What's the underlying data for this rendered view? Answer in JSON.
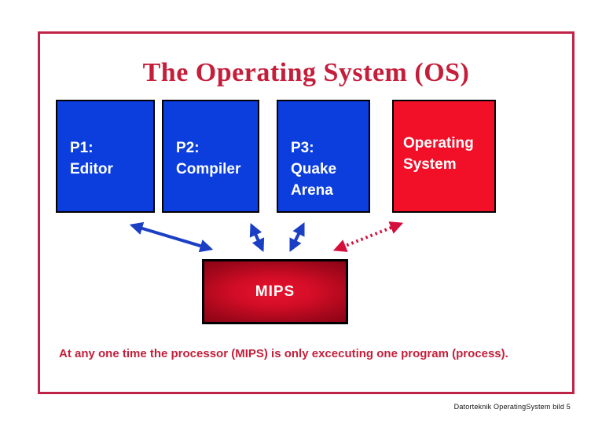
{
  "slide": {
    "title": "The Operating System (OS)",
    "caption": "At any one time the processor (MIPS) is only excecuting one program (process).",
    "footer": "Datorteknik OperatingSystem bild 5"
  },
  "boxes": [
    {
      "type": "process",
      "lines": [
        "P1:",
        "Editor"
      ]
    },
    {
      "type": "process",
      "lines": [
        "P2:",
        "Compiler"
      ]
    },
    {
      "type": "process",
      "lines": [
        "P3:",
        "Quake",
        "Arena"
      ]
    },
    {
      "type": "operating-system",
      "lines": [
        "Operating",
        "System"
      ]
    }
  ],
  "processor": {
    "label": "MIPS"
  },
  "arrows": [
    {
      "name": "p1-to-mips",
      "style": "solid",
      "color": "#1b3fc4",
      "double_headed": true
    },
    {
      "name": "p2-to-mips",
      "style": "solid",
      "color": "#1b3fc4",
      "double_headed": true
    },
    {
      "name": "p3-to-mips",
      "style": "solid",
      "color": "#1b3fc4",
      "double_headed": true
    },
    {
      "name": "os-to-mips",
      "style": "dashed",
      "color": "#d40f3c",
      "double_headed": true
    }
  ],
  "colors": {
    "process_box_blue": "#0b3edd",
    "os_box_red": "#f20f28",
    "title_crimson": "#c41e3a",
    "slide_border_crimson": "#bf2347",
    "arrow_blue": "#1b3fc4",
    "arrow_red": "#d40f3c",
    "mips_gradient_center": "#e8122e",
    "mips_gradient_edge": "#73010f",
    "box_text": "#ffffff",
    "footer_text": "#111111"
  }
}
